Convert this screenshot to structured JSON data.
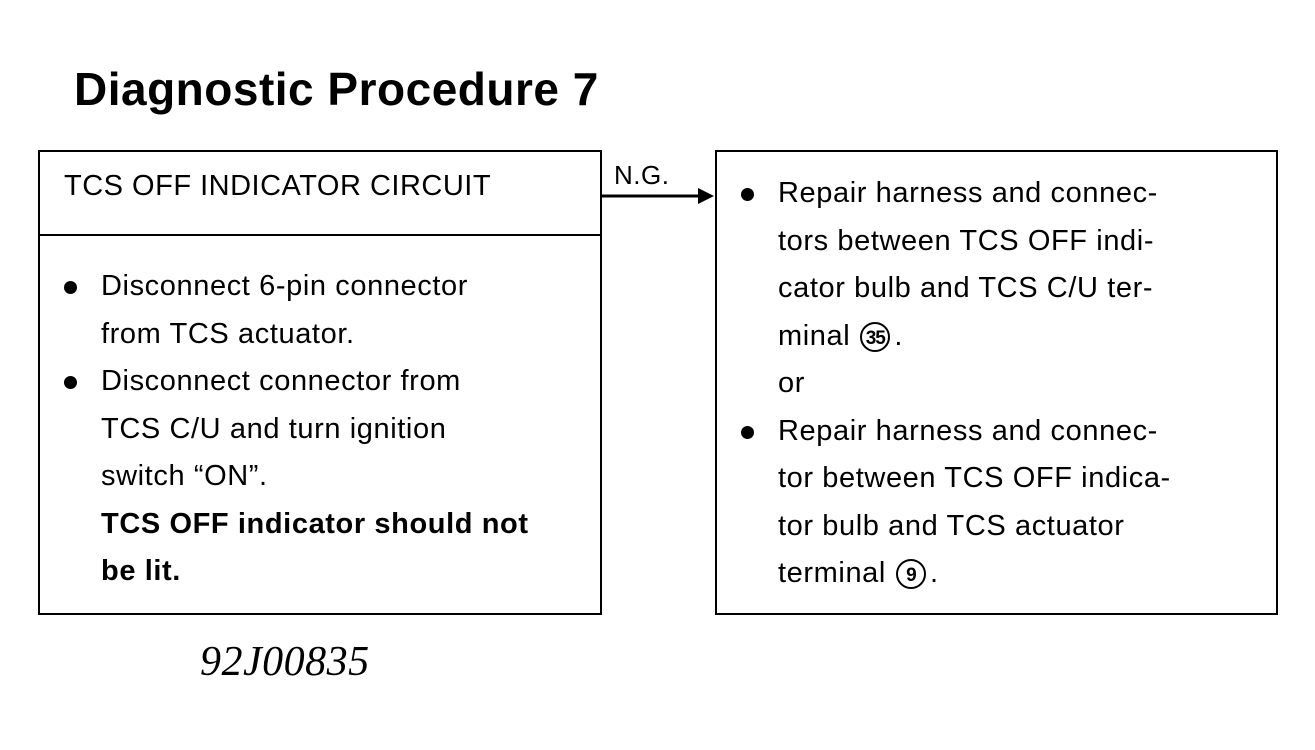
{
  "title": "Diagnostic Procedure 7",
  "left_box": {
    "header": "TCS OFF INDICATOR CIRCUIT",
    "bullets": [
      {
        "lines": [
          "Disconnect 6-pin connector",
          "from TCS actuator."
        ]
      },
      {
        "lines": [
          "Disconnect connector from",
          "TCS C/U and turn ignition",
          "switch “ON”."
        ]
      }
    ],
    "check_lines": [
      "TCS OFF indicator should not",
      "be lit."
    ]
  },
  "arrow": {
    "label": "N.G."
  },
  "right_box": {
    "bullet1_lines": [
      "Repair harness and connec-",
      "tors between TCS OFF indi-",
      "cator bulb and TCS C/U ter-"
    ],
    "bullet1_last": "minal",
    "bullet1_terminal": "35",
    "separator": "or",
    "bullet2_lines": [
      "Repair harness and connec-",
      "tor between TCS OFF indica-",
      "tor bulb and TCS actuator"
    ],
    "bullet2_last": "terminal",
    "bullet2_terminal": "9",
    "period": "."
  },
  "figure_id": "92J00835"
}
